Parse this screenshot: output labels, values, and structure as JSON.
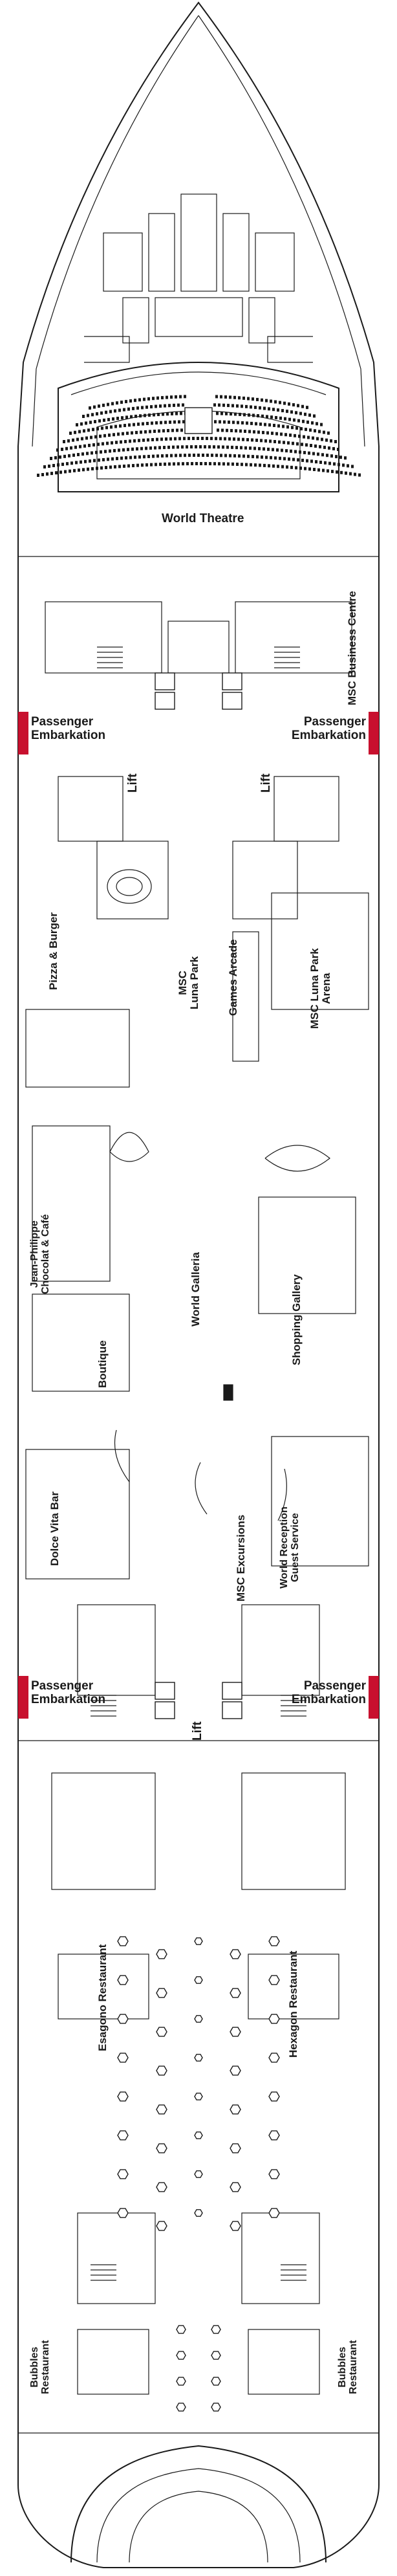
{
  "colors": {
    "embarkation_accent": "#c8102e",
    "line": "#1a1a1a",
    "background": "#ffffff"
  },
  "labels": {
    "world_theatre": "World Theatre",
    "msc_business_centre": "MSC Business Centre",
    "passenger_embarkation": "Passenger\nEmbarkation",
    "lift": "Lift",
    "pizza_burger": "Pizza & Burger",
    "msc_luna_park": "MSC\nLuna Park",
    "games_arcade": "Games Arcade",
    "msc_luna_park_arena": "MSC Luna Park\nArena",
    "jean_philippe": "Jean-Philippe\nChocolat & Café",
    "world_galleria": "World Galleria",
    "shopping_gallery": "Shopping Gallery",
    "boutique": "Boutique",
    "dolce_vita_bar": "Dolce Vita Bar",
    "msc_excursions": "MSC Excursions",
    "world_reception": "World Reception\nGuest Service",
    "esagono_restaurant": "Esagono Restaurant",
    "hexagon_restaurant": "Hexagon Restaurant",
    "bubbles_restaurant": "Bubbles\nRestaurant"
  }
}
